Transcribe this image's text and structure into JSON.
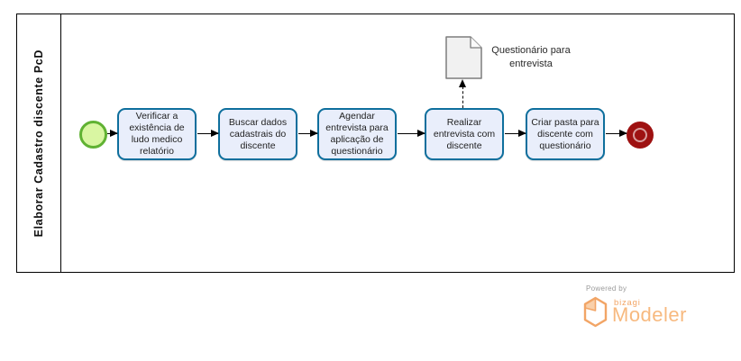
{
  "diagram": {
    "pool": {
      "label": "Elaborar Cadastro discente PcD"
    },
    "tasks": [
      {
        "label": "Verificar a existência de ludo medico relatório"
      },
      {
        "label": "Buscar dados cadastrais do discente"
      },
      {
        "label": "Agendar entrevista para aplicação de questionário"
      },
      {
        "label": "Realizar entrevista com discente"
      },
      {
        "label": "Criar pasta para discente com questionário"
      }
    ],
    "data_object": {
      "label": "Questionário para entrevista"
    },
    "events": {
      "start": "start-event",
      "end": "end-event"
    }
  },
  "branding": {
    "powered_by": "Powered by",
    "brand": "bizagi",
    "product": "Modeler"
  },
  "colors": {
    "task_fill": "#e9eefb",
    "task_border": "#0e6f9d",
    "start_fill": "#d9f6a2",
    "start_border": "#60b233",
    "end_red": "#9e1111",
    "doc_fill": "#f1f1f1",
    "doc_border": "#7d7d7d",
    "brand_orange": "#f2a566"
  }
}
